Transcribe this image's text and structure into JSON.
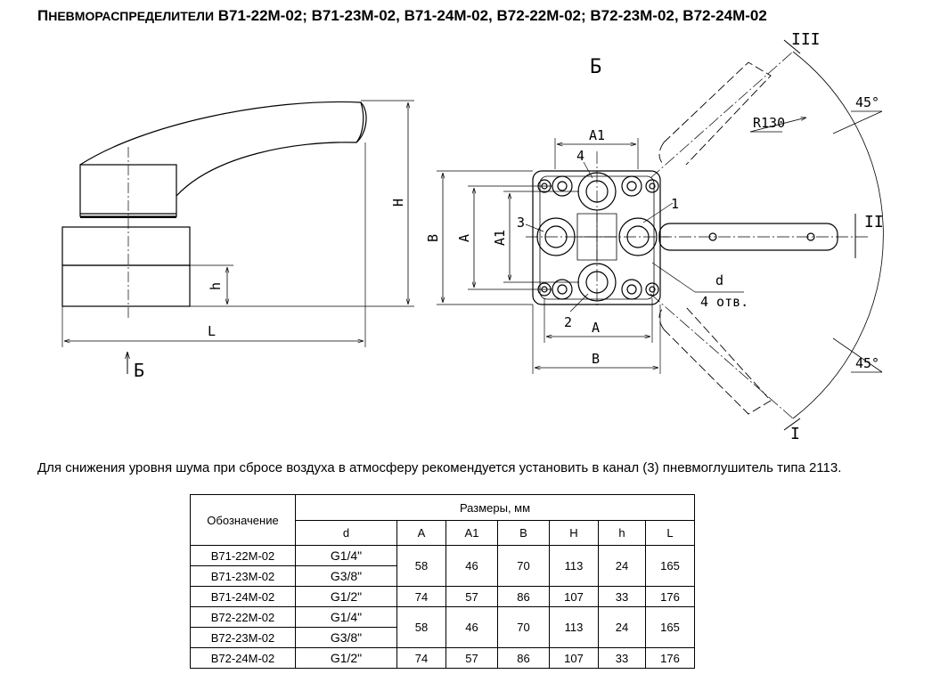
{
  "title": {
    "first_letter": "П",
    "rest_caps": "НЕВМОРАСПРЕДЕЛИТЕЛИ",
    "models": "В71-22М-02; В71-23М-02, В71-24М-02, В72-22М-02; В72-23М-02, В72-24М-02"
  },
  "drawing": {
    "view_label": "Б",
    "arrow_label": "Б",
    "dims": {
      "H": "H",
      "h": "h",
      "L": "L",
      "A1_top": "A1",
      "B_left": "B",
      "A_left": "A",
      "A1_left": "A1",
      "A_bottom": "A",
      "B_bottom": "B",
      "d": "d",
      "holes": "4 отв.",
      "radius": "R130",
      "angle_top": "45°",
      "angle_bottom": "45°",
      "pos_I": "I",
      "pos_II": "II",
      "pos_III": "III"
    },
    "ports": [
      "1",
      "2",
      "3",
      "4"
    ]
  },
  "note": "Для снижения уровня шума при сбросе воздуха в атмосферу рекомендуется установить в канал (3) пневмоглушитель типа 2113.",
  "table": {
    "designation_header": "Обозначение",
    "sizes_header": "Размеры, мм",
    "columns": [
      "d",
      "A",
      "A1",
      "B",
      "H",
      "h",
      "L"
    ],
    "rows": [
      {
        "designation": "В71-22М-02",
        "d": "G1/4\""
      },
      {
        "designation": "В71-23М-02",
        "d": "G3/8\""
      },
      {
        "designation": "В71-24М-02",
        "d": "G1/2\""
      },
      {
        "designation": "В72-22М-02",
        "d": "G1/4\""
      },
      {
        "designation": "В72-23М-02",
        "d": "G3/8\""
      },
      {
        "designation": "В72-24М-02",
        "d": "G1/2\""
      }
    ],
    "groups": [
      {
        "A": "58",
        "A1": "46",
        "B": "70",
        "H": "113",
        "h": "24",
        "L": "165"
      },
      {
        "A": "74",
        "A1": "57",
        "B": "86",
        "H": "107",
        "h": "33",
        "L": "176"
      },
      {
        "A": "58",
        "A1": "46",
        "B": "70",
        "H": "113",
        "h": "24",
        "L": "165"
      },
      {
        "A": "74",
        "A1": "57",
        "B": "86",
        "H": "107",
        "h": "33",
        "L": "176"
      }
    ]
  }
}
